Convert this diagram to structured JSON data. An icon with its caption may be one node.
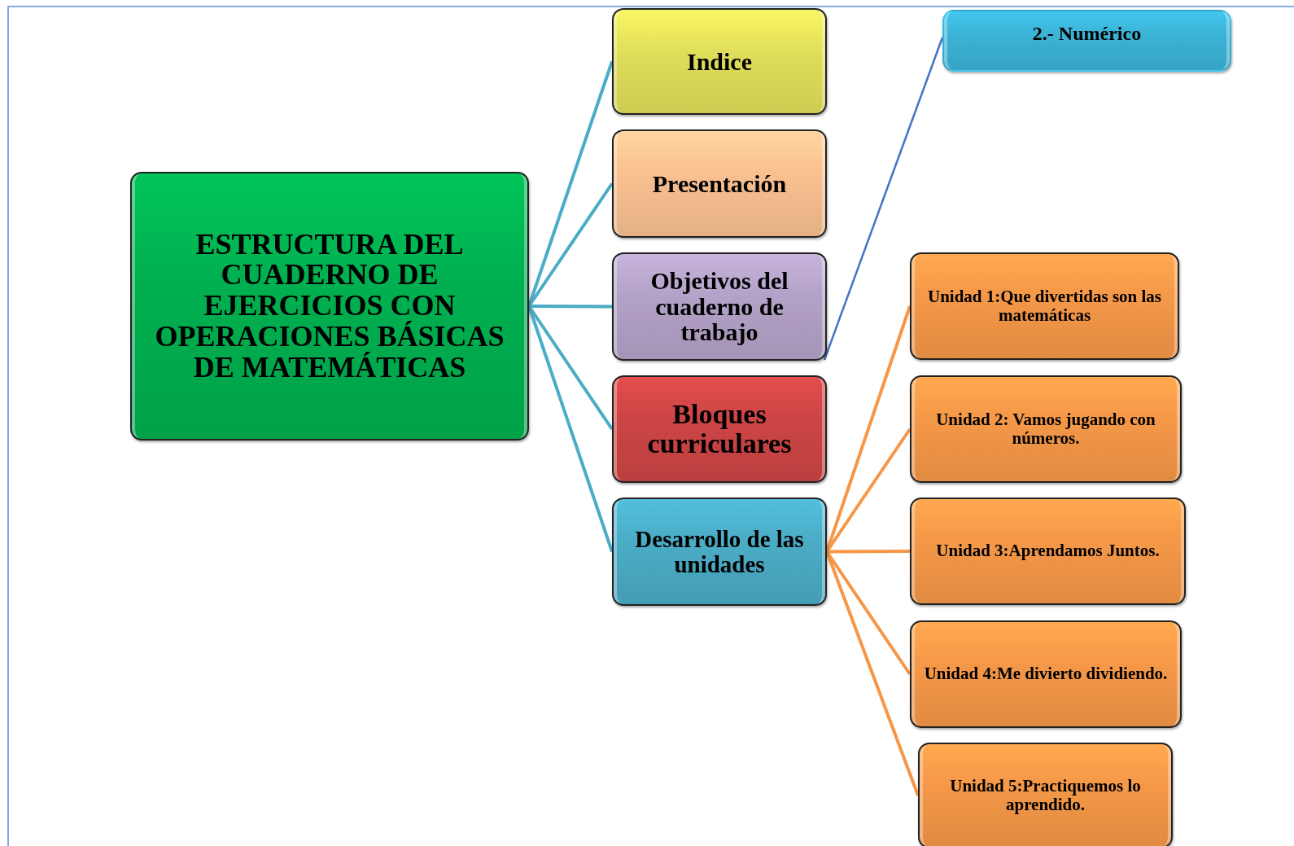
{
  "diagram": {
    "nodes": [
      {
        "text": [
          "ESTRUCTURA DEL CUADERNO DE EJERCICIOS CON OPERACIONES BÁSICAS DE MATEMÁTICAS"
        ]
      },
      {
        "text": [
          "Indice"
        ]
      },
      {
        "text": [
          "Presentación"
        ]
      },
      {
        "text": [
          "Objetivos del cuaderno de trabajo"
        ]
      },
      {
        "text": [
          "Bloques curriculares"
        ]
      },
      {
        "text": [
          "Desarrollo de las unidades"
        ]
      },
      {
        "text": [
          "2.- Numérico"
        ]
      },
      {
        "text": [
          "Unidad 1:Que divertidas son las matemáticas"
        ]
      },
      {
        "text": [
          "Unidad 2: Vamos jugando con números."
        ]
      },
      {
        "text": [
          "Unidad 3:Aprendamos Juntos."
        ]
      },
      {
        "text": [
          "Unidad 4:Me divierto dividiendo."
        ]
      },
      {
        "text": [
          "Unidad 5:Practiquemos lo aprendido."
        ]
      }
    ],
    "edges": [
      {
        "from": 0,
        "to": 1,
        "arrow": "none",
        "color": "#4bacc6"
      },
      {
        "from": 0,
        "to": 2,
        "arrow": "none",
        "color": "#4bacc6"
      },
      {
        "from": 0,
        "to": 3,
        "arrow": "none",
        "color": "#4bacc6"
      },
      {
        "from": 0,
        "to": 4,
        "arrow": "none",
        "color": "#4bacc6"
      },
      {
        "from": 0,
        "to": 5,
        "arrow": "none",
        "color": "#4bacc6"
      },
      {
        "from": 3,
        "to": 6,
        "arrow": "none",
        "color": "#4472c4"
      },
      {
        "from": 5,
        "to": 7,
        "arrow": "none",
        "color": "#f79646"
      },
      {
        "from": 5,
        "to": 8,
        "arrow": "none",
        "color": "#f79646"
      },
      {
        "from": 5,
        "to": 9,
        "arrow": "none",
        "color": "#f79646"
      },
      {
        "from": 5,
        "to": 10,
        "arrow": "none",
        "color": "#f79646"
      },
      {
        "from": 5,
        "to": 11,
        "arrow": "none",
        "color": "#f79646"
      }
    ]
  }
}
